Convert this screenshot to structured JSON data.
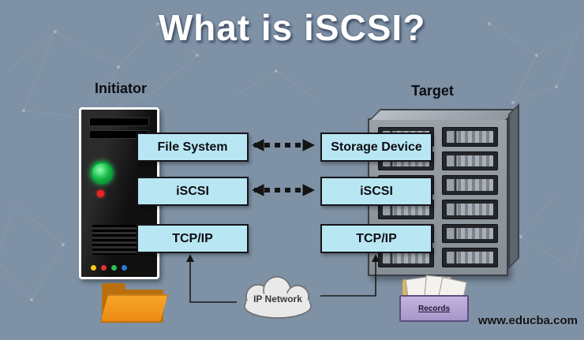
{
  "title": "What is iSCSI?",
  "initiator": {
    "label": "Initiator",
    "layers": [
      "File System",
      "iSCSI",
      "TCP/IP"
    ]
  },
  "target": {
    "label": "Target",
    "layers": [
      "Storage Device",
      "iSCSI",
      "TCP/IP"
    ]
  },
  "network": {
    "label": "IP Network"
  },
  "records": {
    "label": "Records"
  },
  "footer": {
    "website": "www.educba.com"
  },
  "colors": {
    "background": "#7e91a5",
    "box_fill": "#b9e6f3",
    "box_border": "#15151a",
    "title_text": "#ffffff",
    "folder_orange": "#ec8a12",
    "records_purple": "#a795c9",
    "cloud_fill": "#e9e9e9",
    "arrow": "#141414"
  }
}
